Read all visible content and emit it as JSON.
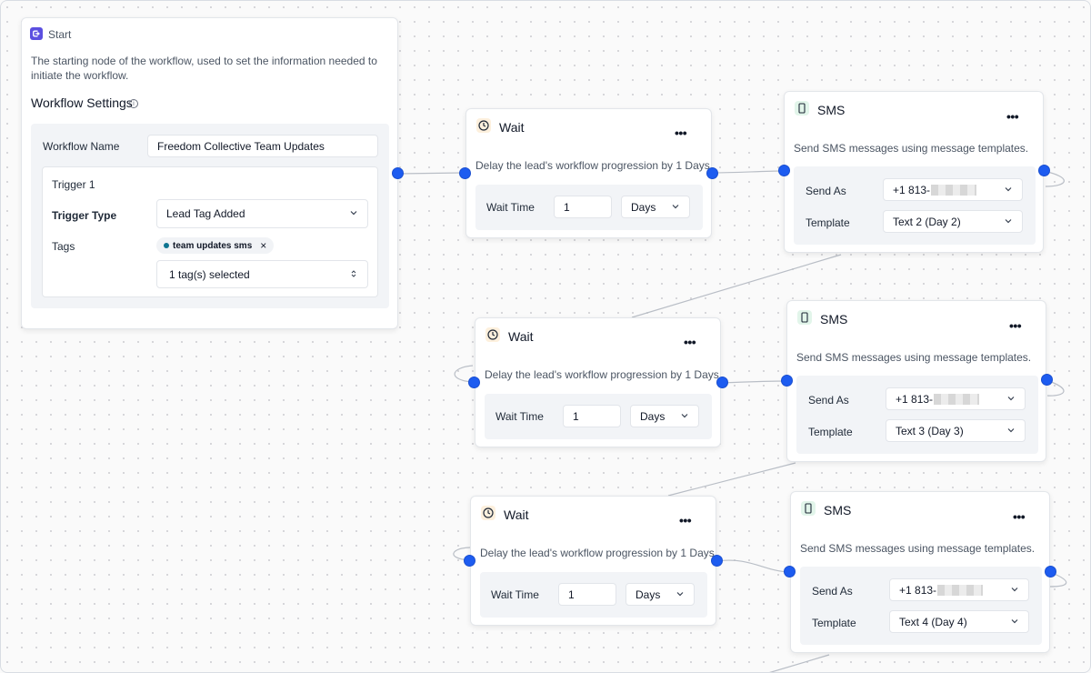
{
  "start": {
    "title": "Start",
    "description_line1": "The starting node of the workflow, used to set the information needed to",
    "description_line2": "initiate the workflow.",
    "settings_heading": "Workflow Settings",
    "workflow_name_label": "Workflow Name",
    "workflow_name_value": "Freedom Collective Team Updates",
    "trigger_title": "Trigger 1",
    "trigger_type_label": "Trigger Type",
    "trigger_type_value": "Lead Tag Added",
    "tags_label": "Tags",
    "tag_chip": "team updates sms",
    "tags_select_value": "1 tag(s) selected"
  },
  "wait_nodes": [
    {
      "title": "Wait",
      "description": "Delay the lead's workflow progression by 1 Days.",
      "wait_time_label": "Wait Time",
      "wait_time_value": "1",
      "unit": "Days"
    },
    {
      "title": "Wait",
      "description": "Delay the lead's workflow progression by 1 Days.",
      "wait_time_label": "Wait Time",
      "wait_time_value": "1",
      "unit": "Days"
    },
    {
      "title": "Wait",
      "description": "Delay the lead's workflow progression by 1 Days.",
      "wait_time_label": "Wait Time",
      "wait_time_value": "1",
      "unit": "Days"
    }
  ],
  "sms_nodes": [
    {
      "title": "SMS",
      "description": "Send SMS messages using message templates.",
      "send_as_label": "Send As",
      "send_as_value": "+1 813-",
      "template_label": "Template",
      "template_value": "Text 2 (Day 2)"
    },
    {
      "title": "SMS",
      "description": "Send SMS messages using message templates.",
      "send_as_label": "Send As",
      "send_as_value": "+1 813-",
      "template_label": "Template",
      "template_value": "Text 3 (Day 3)"
    },
    {
      "title": "SMS",
      "description": "Send SMS messages using message templates.",
      "send_as_label": "Send As",
      "send_as_value": "+1 813-",
      "template_label": "Template",
      "template_value": "Text 4 (Day 4)"
    }
  ],
  "menu_glyph": "•••",
  "tag_remove_glyph": "×",
  "icons": {
    "start": "start-logo-icon",
    "info": "info-icon",
    "wait": "clock-icon",
    "sms": "phone-icon",
    "dropdown": "chevron-down-icon",
    "updown": "chevron-updown-icon"
  },
  "colors": {
    "handle": "#1d5cf0",
    "start_logo": "#5b4fe0",
    "wait_icon_bg": "#fdf0dd",
    "sms_icon_bg": "#e2f5ea",
    "tag_dot": "#0e7490",
    "edge": "#b9bec6"
  }
}
